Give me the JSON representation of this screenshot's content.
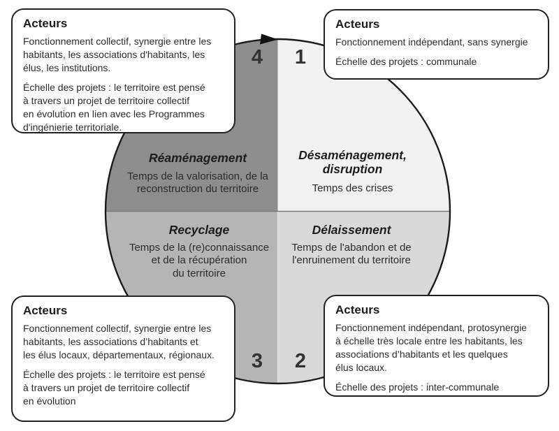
{
  "palette": {
    "background": "#ffffff",
    "circle_outline": "#1b1b1b",
    "horizontal_divider": "#7a7a7a",
    "vertical_divider": "#e3e3e3",
    "arrow": "#111111"
  },
  "wheel": {
    "flow_direction": "clockwise",
    "quadrants": [
      {
        "number": "1",
        "position": "top-right",
        "title": "Désaménagement,\ndisruption",
        "subtitle": "Temps des crises",
        "color": "#f2f2f2"
      },
      {
        "number": "2",
        "position": "bottom-right",
        "title": "Délaissement",
        "subtitle": "Temps de l'abandon et de\nl'enruinement du territoire",
        "color": "#d9d9d9"
      },
      {
        "number": "3",
        "position": "bottom-left",
        "title": "Recyclage",
        "subtitle": "Temps de la (re)connaissance\net de la récupération\ndu territoire",
        "color": "#b5b5b5"
      },
      {
        "number": "4",
        "position": "top-left",
        "title": "Réaménagement",
        "subtitle": "Temps de la valorisation, de la\nreconstruction du territoire",
        "color": "#8d8d8d"
      }
    ]
  },
  "callouts": {
    "top_left": {
      "heading": "Acteurs",
      "p1": "Fonctionnement collectif, synergie entre les\nhabitants, les associations d'habitants, les\nélus, les institutions.",
      "p2": "Échelle des projets : le territoire est pensé\nà travers un projet de territoire collectif\nen évolution en lien avec les Programmes\nd'ingénierie territoriale."
    },
    "top_right": {
      "heading": "Acteurs",
      "p1": "Fonctionnement indépendant, sans synergie",
      "p2": "Échelle des projets : communale"
    },
    "bottom_left": {
      "heading": "Acteurs",
      "p1": "Fonctionnement collectif, synergie entre les\nhabitants, les associations d’habitants et\nles élus locaux, départementaux, régionaux.",
      "p2": "Échelle des projets : le territoire est pensé\nà travers un projet de territoire collectif\nen évolution"
    },
    "bottom_right": {
      "heading": "Acteurs",
      "p1": "Fonctionnement indépendant, protosynergie\nà échelle très locale entre les habitants, les\nassociations d’habitants et les quelques\nélus locaux.",
      "p2": "Échelle des projets : inter-communale"
    }
  }
}
